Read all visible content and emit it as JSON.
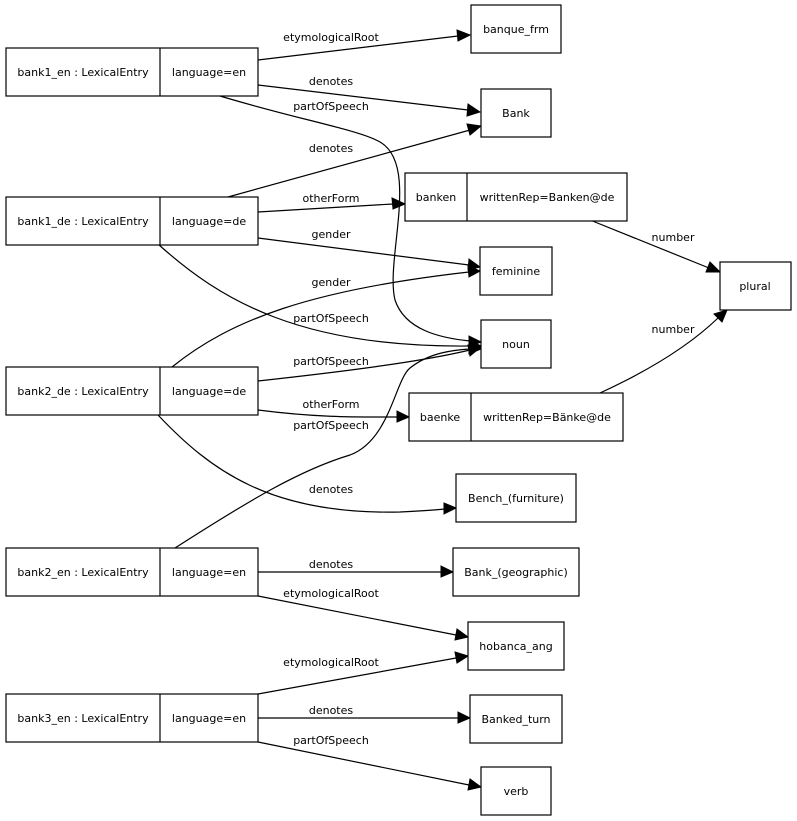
{
  "records": {
    "bank1_en": {
      "name": "bank1_en : LexicalEntry",
      "attr": "language=en"
    },
    "bank1_de": {
      "name": "bank1_de : LexicalEntry",
      "attr": "language=de"
    },
    "bank2_de": {
      "name": "bank2_de : LexicalEntry",
      "attr": "language=de"
    },
    "bank2_en": {
      "name": "bank2_en : LexicalEntry",
      "attr": "language=en"
    },
    "bank3_en": {
      "name": "bank3_en : LexicalEntry",
      "attr": "language=en"
    },
    "banken": {
      "name": "banken",
      "attr": "writtenRep=Banken@de"
    },
    "baenke": {
      "name": "baenke",
      "attr": "writtenRep=Bänke@de"
    }
  },
  "nodes": {
    "banque_frm": "banque_frm",
    "bank": "Bank",
    "feminine": "feminine",
    "noun": "noun",
    "plural": "plural",
    "bench": "Bench_(furniture)",
    "bank_geo": "Bank_(geographic)",
    "hobanca": "hobanca_ang",
    "banked_turn": "Banked_turn",
    "verb": "verb"
  },
  "edge_labels": {
    "e1": "etymologicalRoot",
    "e2": "denotes",
    "e3": "partOfSpeech",
    "e4": "denotes",
    "e5": "otherForm",
    "e6": "gender",
    "e7": "partOfSpeech",
    "e8": "gender",
    "e9": "partOfSpeech",
    "e10": "otherForm",
    "e11": "denotes",
    "e12": "partOfSpeech",
    "e13": "denotes",
    "e14": "etymologicalRoot",
    "e15": "etymologicalRoot",
    "e16": "denotes",
    "e17": "partOfSpeech",
    "e18": "number",
    "e19": "number"
  }
}
